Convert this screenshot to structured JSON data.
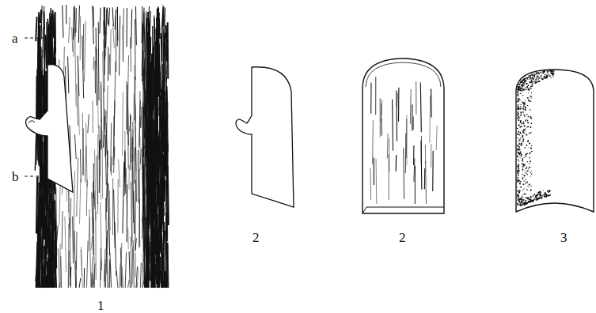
{
  "diagram": {
    "labels": [
      "a",
      "b",
      "1",
      "2",
      "2",
      "3"
    ]
  }
}
